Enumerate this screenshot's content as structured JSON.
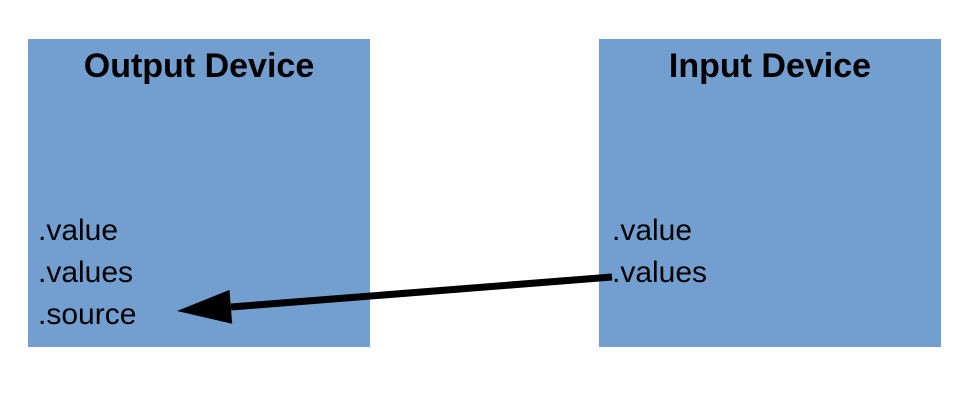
{
  "diagram": {
    "boxes": [
      {
        "id": "output-device",
        "title": "Output Device",
        "properties": [
          ".value",
          ".values",
          ".source"
        ]
      },
      {
        "id": "input-device",
        "title": "Input Device",
        "properties": [
          ".value",
          ".values"
        ]
      }
    ],
    "connector": {
      "from_box": "Input Device",
      "from_property": ".values",
      "to_box": "Output Device",
      "to_property": ".source",
      "color": "#000000"
    },
    "colors": {
      "box_fill": "#729FCF",
      "text": "#000000",
      "background": "#FFFFFF"
    }
  }
}
